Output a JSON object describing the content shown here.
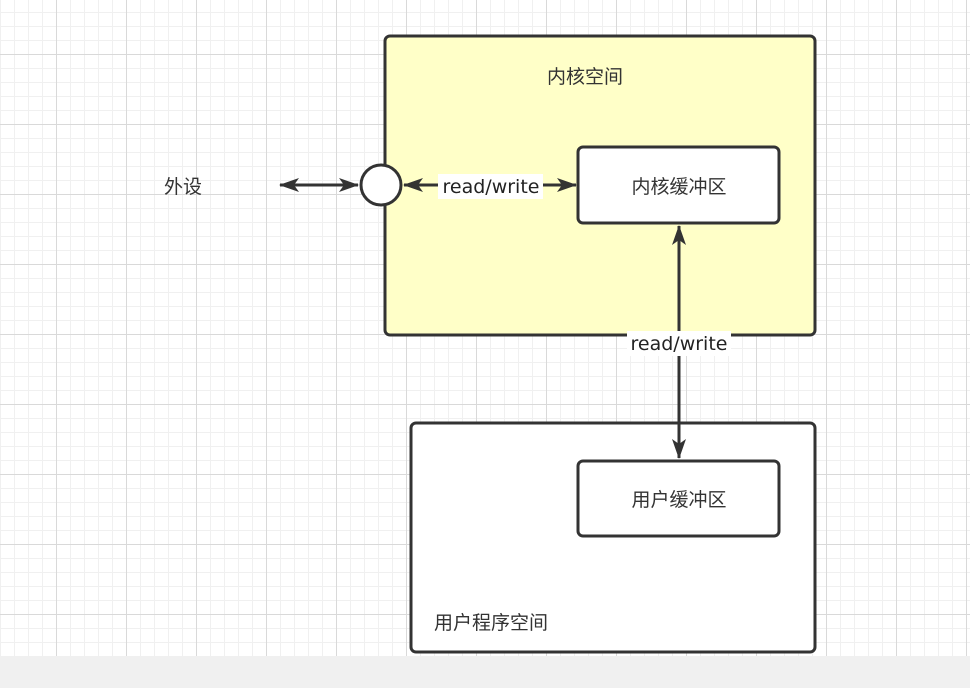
{
  "diagram": {
    "kernel_space_label": "内核空间",
    "kernel_buffer_label": "内核缓冲区",
    "user_space_label": "用户程序空间",
    "user_buffer_label": "用户缓冲区",
    "peripheral_label": "外设",
    "edge_read_write_top": "read/write",
    "edge_read_write_vertical": "read/write",
    "colors": {
      "kernel_fill": "#ffffc8",
      "stroke": "#333333",
      "box_fill": "#ffffff"
    }
  }
}
